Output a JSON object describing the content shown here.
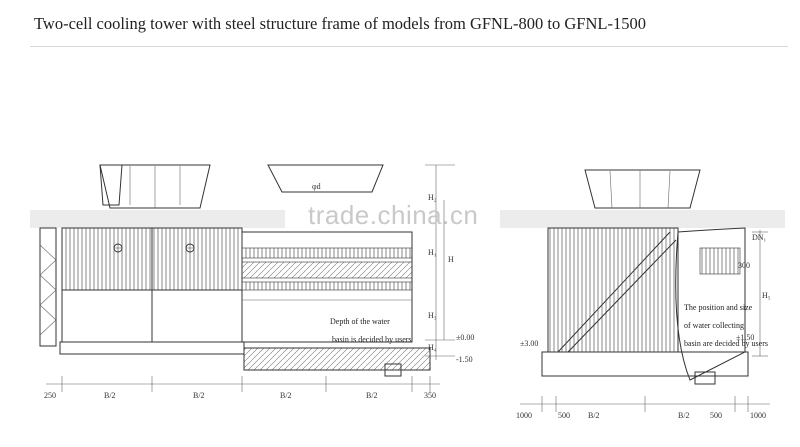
{
  "title": "Two-cell cooling tower with steel structure frame of models from GFNL-800 to GFNL-1500",
  "watermark": "trade.china.cn",
  "front_view": {
    "top_dim": "φd",
    "right_dims": [
      "H",
      "H₁",
      "H₂",
      "H₃",
      "H₄"
    ],
    "levels": [
      "±0.00",
      "-1.50"
    ],
    "note_lines": [
      "Depth of the water",
      "basin is decided by users"
    ],
    "bottom_dims": [
      "250",
      "B/2",
      "B/2",
      "B/2",
      "B/2",
      "350"
    ]
  },
  "side_view": {
    "top_labels": [
      "DN₁",
      "300"
    ],
    "levels": [
      "±3.00",
      "±1.50"
    ],
    "right_dim": "H₅",
    "note_lines": [
      "The position and size",
      "of water collecting",
      "basin are decided by users"
    ],
    "bottom_dims": [
      "1000",
      "500",
      "B/2",
      "B/2",
      "500",
      "1000"
    ]
  }
}
